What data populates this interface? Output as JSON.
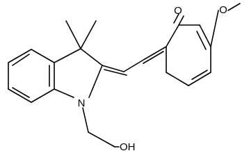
{
  "molecule": {
    "atom_labels": {
      "carbonyl_oxygen": "O",
      "methoxy_oxygen": "O",
      "nitrogen": "N",
      "hydroxyl": "OH"
    }
  }
}
